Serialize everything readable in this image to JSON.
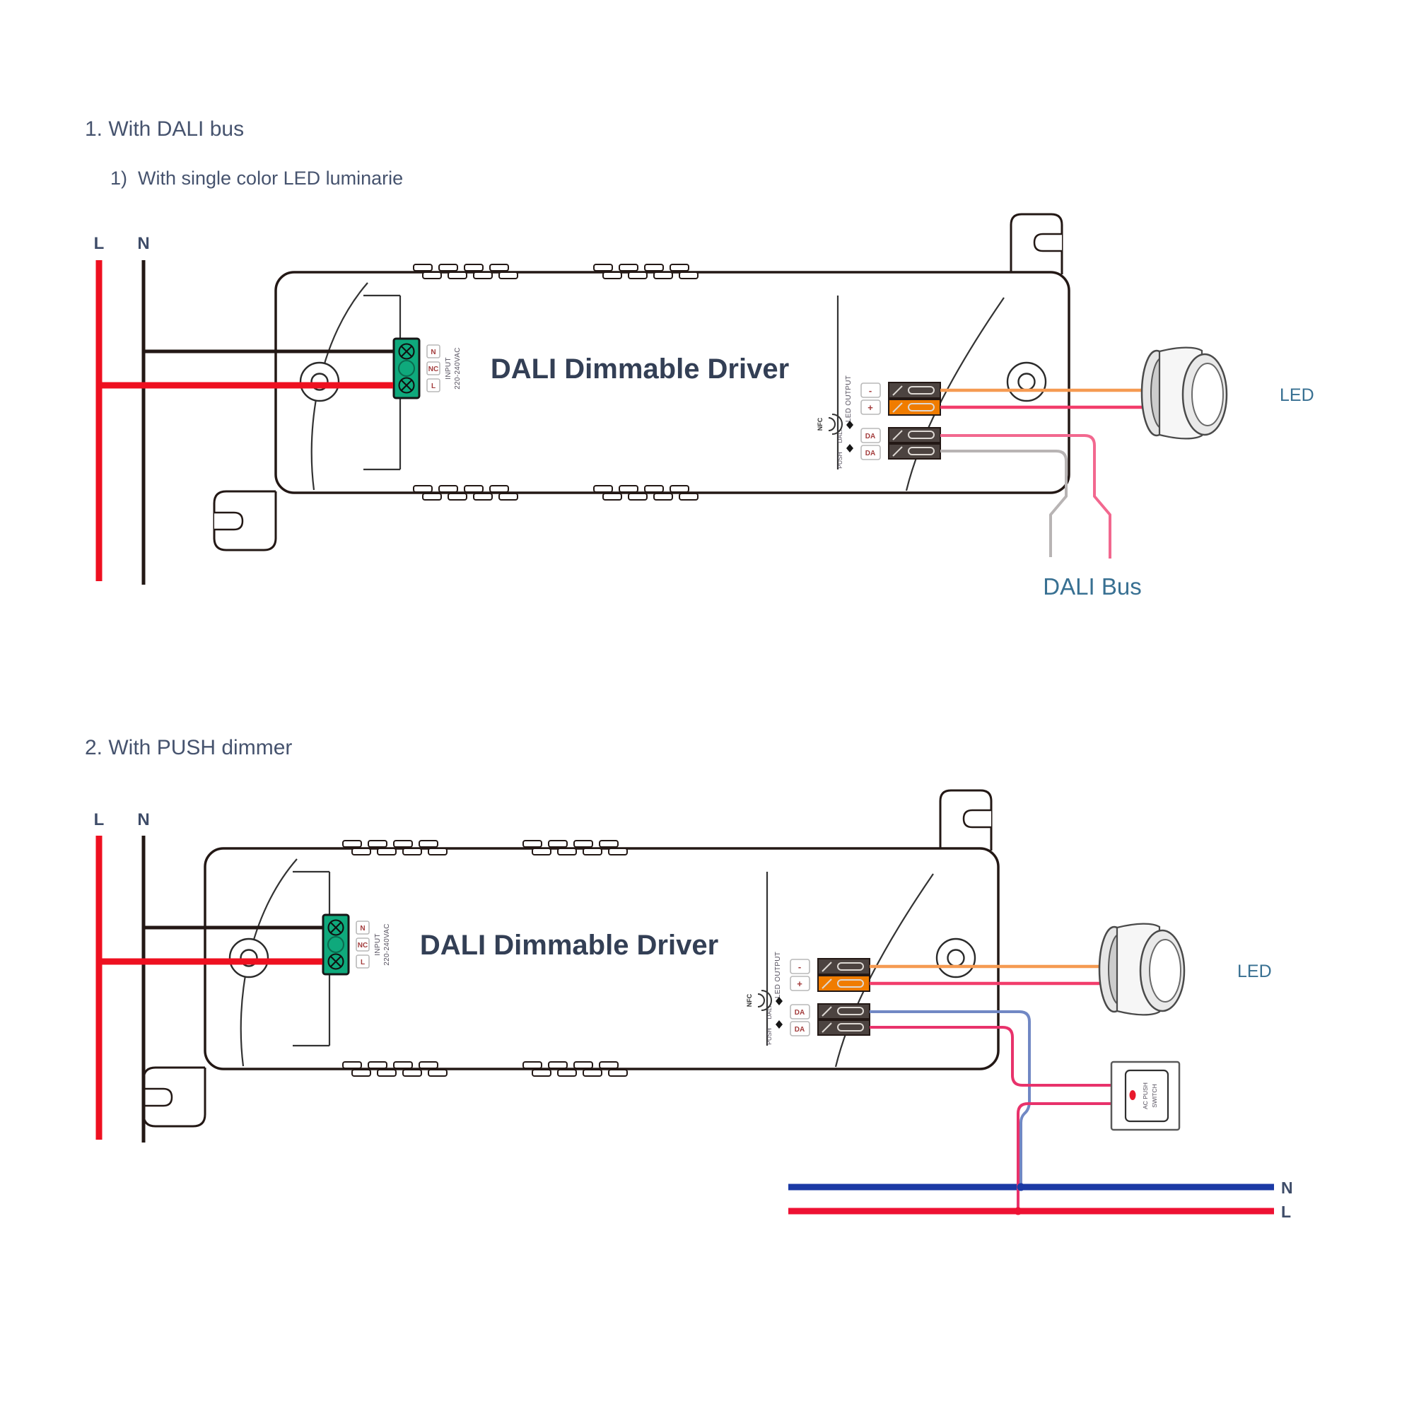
{
  "section1": {
    "heading": "1. With DALI bus",
    "subheading": "1)  With single color LED luminarie",
    "live_label": "L",
    "neutral_label": "N",
    "led_label": "LED",
    "dali_bus_label": "DALI Bus"
  },
  "section2": {
    "heading": "2. With PUSH dimmer",
    "live_label": "L",
    "neutral_label": "N",
    "led_label": "LED",
    "bus_neutral_label": "N",
    "bus_live_label": "L",
    "push_switch_line1": "AC PUSH",
    "push_switch_line2": "SWITCH"
  },
  "driver": {
    "title": "DALI Dimmable Driver",
    "input": {
      "caption_line1": "INPUT",
      "caption_line2": "220-240VAC",
      "terminals": [
        "N",
        "NC",
        "L"
      ]
    },
    "output": {
      "caption": "LED OUTPUT",
      "terminals": [
        "-",
        "+"
      ]
    },
    "dali": {
      "caption_line1": "DALI",
      "caption_line2": "PUSH",
      "terminals": [
        "DA",
        "DA"
      ]
    },
    "nfc_label": "NFC"
  },
  "colors": {
    "live_wire": "#ee1020",
    "neutral_wire": "#231815",
    "led_plus_wire": "#f59a52",
    "led_minus_wire": "#f23d6b",
    "dali_wire_pink": "#f2688f",
    "dali_wire_grey": "#b8b4b4",
    "dali_wire_blue": "#7188c4",
    "push_wire": "#e8326b",
    "bus_neutral": "#1b3aa5",
    "bus_live": "#ee1133",
    "terminal_green": "#0fa97c",
    "connector_orange": "#f07c00",
    "connector_grey": "#4c4340"
  }
}
